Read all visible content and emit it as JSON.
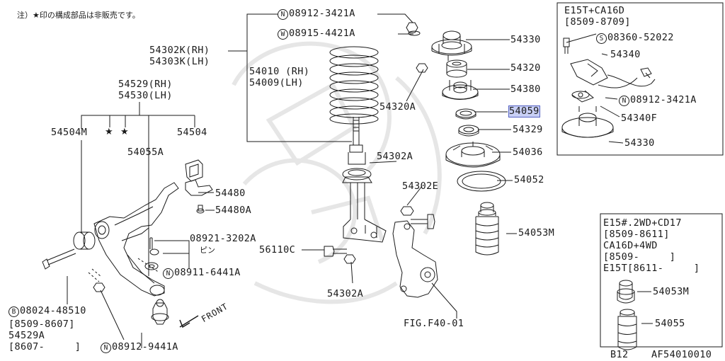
{
  "note": "注）★印の構成部品は非販売です。",
  "labels": {
    "l_08912_3421A_top": "08912-3421A",
    "l_08915_4421A": "08915-4421A",
    "l_54330": "54330",
    "l_54302K": "54302K(RH)",
    "l_54303K": "54303K(LH)",
    "l_54010": "54010 (RH)",
    "l_54009": "54009(LH)",
    "l_54320": "54320",
    "l_54380": "54380",
    "l_54320A": "54320A",
    "l_54059": "54059",
    "l_54329": "54329",
    "l_54036": "54036",
    "l_54052": "54052",
    "l_54529": "54529(RH)",
    "l_54530": "54530(LH)",
    "l_54504M": "54504M",
    "l_54504": "54504",
    "l_54055A": "54055A",
    "l_54302A_upper": "54302A",
    "l_54302E": "54302E",
    "l_54480": "54480",
    "l_54480A": "54480A",
    "l_08921": "08921-3202A",
    "l_pin": "ピン",
    "l_56110C": "56110C",
    "l_08911": "08911-6441A",
    "l_54053M": "54053M",
    "l_54302A_lower": "54302A",
    "l_08024": "08024-48510",
    "l_8509_8607": "[8509-8607]",
    "l_54529A": "54529A",
    "l_8607": "[8607-     ]",
    "l_08912_9441A": "08912-9441A",
    "l_fig": "FIG.F40-01",
    "l_front": "FRONT",
    "inset_top": {
      "title1": "E15T+CA16D",
      "title2": "[8509-8709]",
      "l_08360": "08360-52022",
      "l_54340": "54340",
      "l_08912_3421A": "08912-3421A",
      "l_54340F": "54340F",
      "l_54330": "54330"
    },
    "inset_bottom": {
      "line1": "E15#.2WD+CD17",
      "line2": "[8509-8611]",
      "line3": "CA16D+4WD",
      "line4": "[8509-     ]",
      "line5": "E15T[8611-     ]",
      "l_54053M": "54053M",
      "l_54055": "54055"
    },
    "footer_left": "B12",
    "footer_right": "AF54010010"
  },
  "symbols": {
    "N": "N",
    "W": "W",
    "S": "S",
    "B": "B",
    "star": "★"
  },
  "highlight_color": "#c9d0f5"
}
